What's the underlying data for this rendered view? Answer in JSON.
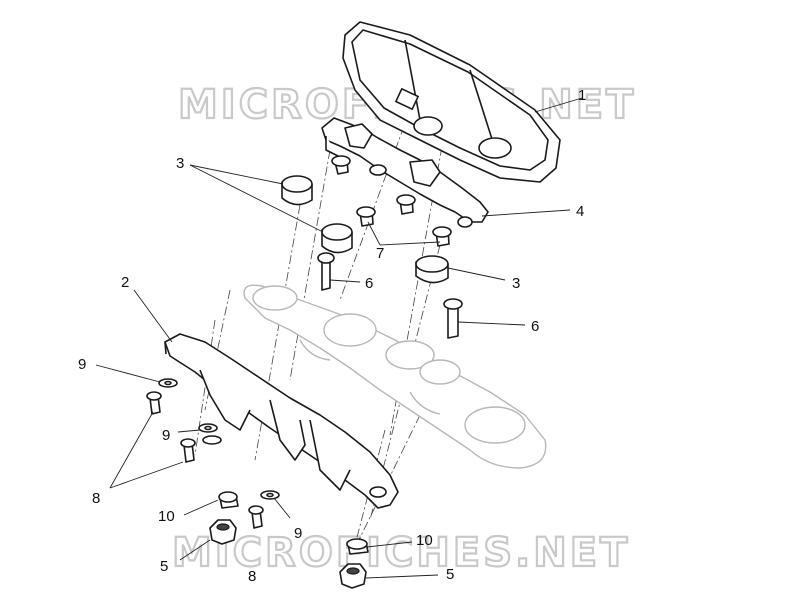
{
  "watermark": {
    "top_text": "MICROFICHES.NET",
    "bottom_text": "MICROFICHES.NET"
  },
  "callouts": [
    {
      "id": "c1",
      "label": "1"
    },
    {
      "id": "c2",
      "label": "2"
    },
    {
      "id": "c3a",
      "label": "3"
    },
    {
      "id": "c3b",
      "label": "3"
    },
    {
      "id": "c4",
      "label": "4"
    },
    {
      "id": "c5a",
      "label": "5"
    },
    {
      "id": "c5b",
      "label": "5"
    },
    {
      "id": "c6a",
      "label": "6"
    },
    {
      "id": "c6b",
      "label": "6"
    },
    {
      "id": "c7",
      "label": "7"
    },
    {
      "id": "c8a",
      "label": "8"
    },
    {
      "id": "c8b",
      "label": "8"
    },
    {
      "id": "c9a",
      "label": "9"
    },
    {
      "id": "c9b",
      "label": "9"
    },
    {
      "id": "c9c",
      "label": "9"
    },
    {
      "id": "c10a",
      "label": "10"
    },
    {
      "id": "c10b",
      "label": "10"
    }
  ]
}
